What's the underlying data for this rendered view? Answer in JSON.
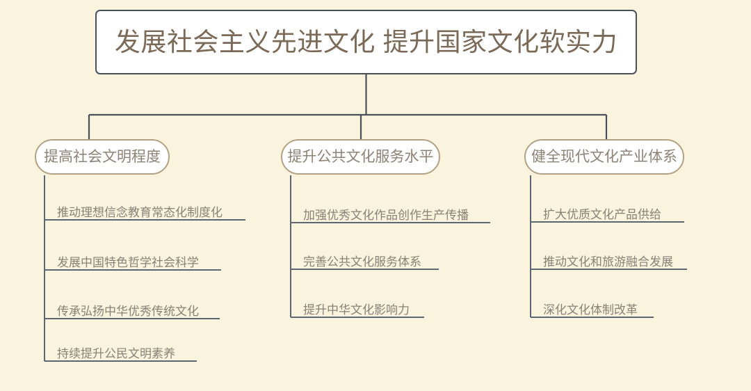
{
  "theme": {
    "background": "#faf3dd",
    "root_fill": "#ffffff",
    "root_border": "#4a505a",
    "root_text": "#7c6a58",
    "pill_fill": "#ffffff",
    "pill_border": "#b3a184",
    "pill_text": "#8c8276",
    "leaf_text": "#8a8176",
    "connector": "#5b6670"
  },
  "diagram": {
    "type": "organization-tree",
    "root": {
      "title": "发展社会主义先进文化 提升国家文化软实力"
    },
    "branches": [
      {
        "label": "提高社会文明程度",
        "leaves": [
          "推动理想信念教育常态化制度化",
          "发展中国特色哲学社会科学",
          "传承弘扬中华优秀传统文化",
          "持续提升公民文明素养"
        ]
      },
      {
        "label": "提升公共文化服务水平",
        "leaves": [
          "加强优秀文化作品创作生产传播",
          "完善公共文化服务体系",
          "提升中华文化影响力"
        ]
      },
      {
        "label": "健全现代文化产业体系",
        "leaves": [
          "扩大优质文化产品供给",
          "推动文化和旅游融合发展",
          "深化文化体制改革"
        ]
      }
    ]
  }
}
